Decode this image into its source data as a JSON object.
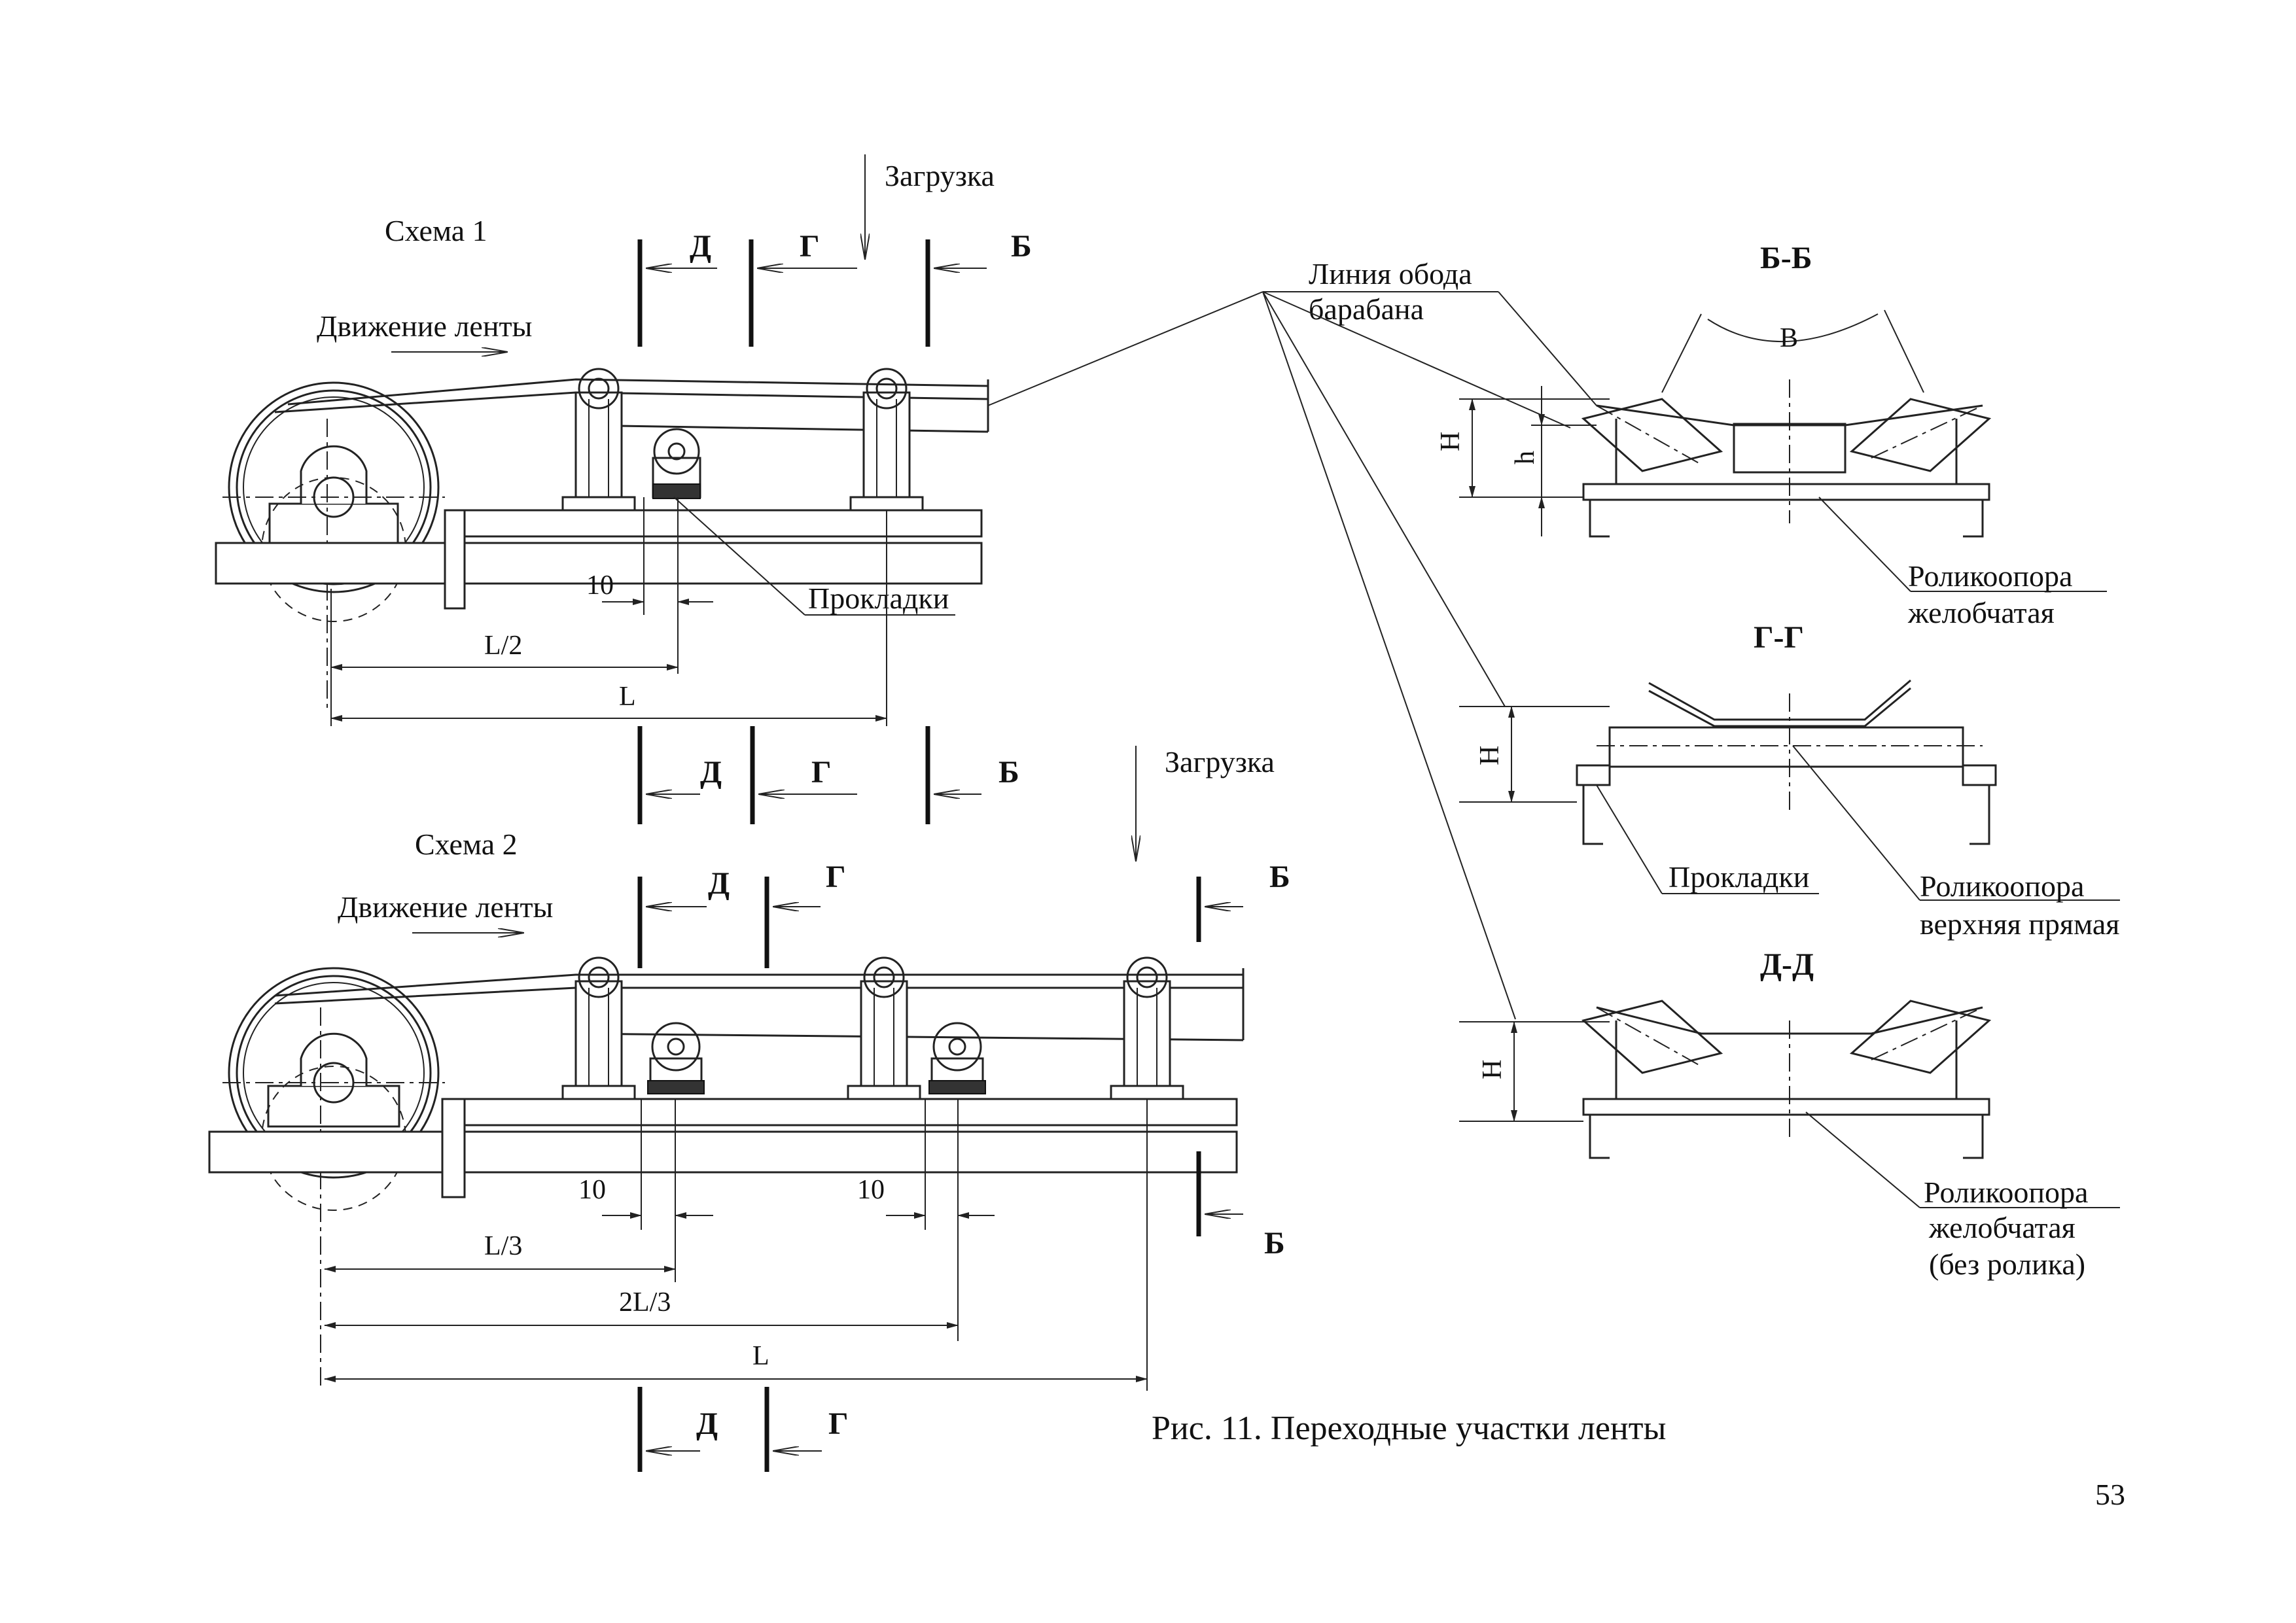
{
  "figure": {
    "caption": "Рис. 11. Переходные участки ленты",
    "page_number": "53"
  },
  "scheme1": {
    "title": "Схема 1",
    "belt_motion": "Движение ленты",
    "loading": "Загрузка",
    "spacers": "Прокладки",
    "dim_offset": "10",
    "dim_half": "L/2",
    "dim_full": "L",
    "sections": {
      "d": "Д",
      "g": "Г",
      "b": "Б"
    }
  },
  "scheme2": {
    "title": "Схема 2",
    "belt_motion": "Движение ленты",
    "loading": "Загрузка",
    "dim_offset_1": "10",
    "dim_offset_2": "10",
    "dim_third": "L/3",
    "dim_two_thirds": "2L/3",
    "dim_full": "L",
    "sections": {
      "d": "Д",
      "g": "Г",
      "b": "Б"
    }
  },
  "drum_rim_line": {
    "line1": "Линия обода",
    "line2": "барабана"
  },
  "section_bb": {
    "title": "Б-Б",
    "width": "В",
    "height_H": "Н",
    "height_h": "h",
    "note1": "Роликоопора",
    "note2": "желобчатая"
  },
  "section_gg": {
    "title": "Г-Г",
    "height_H": "Н",
    "spacers": "Прокладки",
    "note1": "Роликоопора",
    "note2": "верхняя прямая"
  },
  "section_dd": {
    "title": "Д-Д",
    "height_H": "Н",
    "note1": "Роликоопора",
    "note2": "желобчатая",
    "note3": "(без ролика)"
  }
}
